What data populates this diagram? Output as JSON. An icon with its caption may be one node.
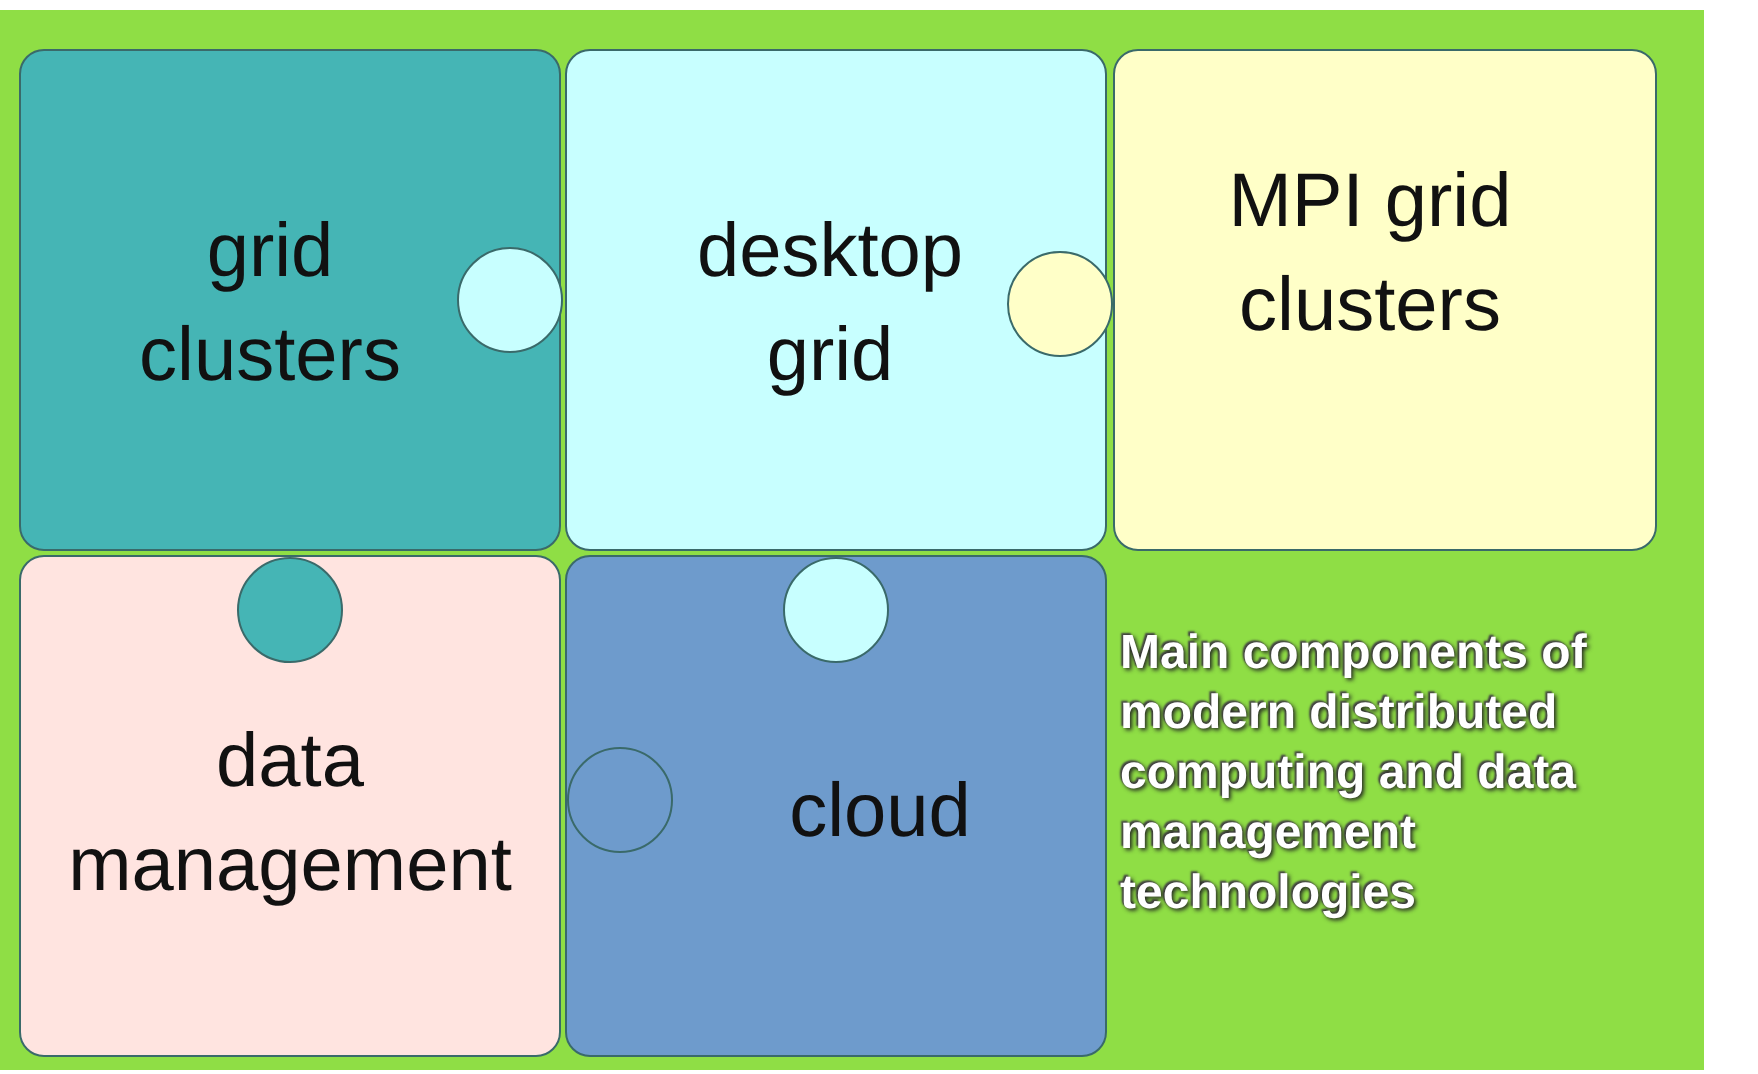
{
  "diagram": {
    "nodes": [
      {
        "text": [
          "grid clusters"
        ]
      },
      {
        "text": [
          "desktop grid"
        ]
      },
      {
        "text": [
          "MPI grid clusters"
        ]
      },
      {
        "text": [
          "data management"
        ]
      },
      {
        "text": [
          "cloud"
        ]
      }
    ],
    "labels": [
      "Main components of modern distributed computing and data management technologies"
    ]
  }
}
